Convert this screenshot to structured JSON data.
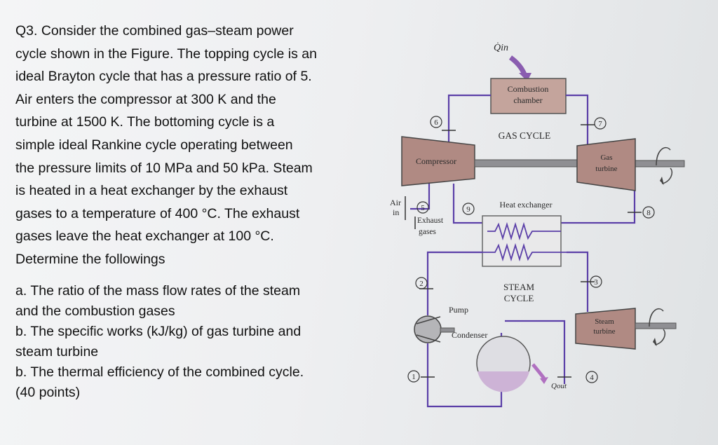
{
  "question": {
    "lines": [
      "Q3. Consider the combined gas–steam power",
      "cycle shown in the Figure. The topping cycle is an",
      "ideal Brayton cycle that has a pressure ratio of 5.",
      "Air enters the compressor at 300 K and the",
      "turbine at 1500 K. The bottoming cycle is a",
      "simple ideal Rankine cycle operating between",
      "the pressure limits of 10 MPa and 50 kPa. Steam",
      "is heated in a heat exchanger by the exhaust",
      "gases to a temperature of 400 °C. The exhaust",
      "gases leave the heat exchanger at 100 °C.",
      "Determine the followings"
    ],
    "parts": [
      "a. The ratio of the mass flow rates of the steam",
      "and the combustion gases",
      "b. The specific works (kJ/kg) of gas turbine and",
      "steam turbine",
      "b. The thermal efficiency of the combined cycle.",
      "(40 points)"
    ]
  },
  "diagram": {
    "q_in": "Q̇in",
    "q_out": "Qout",
    "combustion_1": "Combustion",
    "combustion_2": "chamber",
    "gas_cycle": "GAS CYCLE",
    "compressor": "Compressor",
    "gas_turbine_1": "Gas",
    "gas_turbine_2": "turbine",
    "air_in_1": "Air",
    "air_in_2": "in",
    "exhaust_1": "Exhaust",
    "exhaust_2": "gases",
    "heat_exchanger": "Heat exchanger",
    "steam_cycle_1": "STEAM",
    "steam_cycle_2": "CYCLE",
    "pump": "Pump",
    "condenser": "Condenser",
    "steam_turbine_1": "Steam",
    "steam_turbine_2": "turbine",
    "states": [
      "1",
      "2",
      "3",
      "4",
      "5",
      "6",
      "7",
      "8",
      "9"
    ]
  },
  "colors": {
    "pipe": "#5b3fa8",
    "machine_fill": "#b08a83",
    "chamber_fill": "#c4a49c",
    "hx_fill": "#e9e9ea",
    "qin_arrow": "#8a5db0",
    "qout_arrow": "#b070c0",
    "shaft": "#8f8f93"
  }
}
